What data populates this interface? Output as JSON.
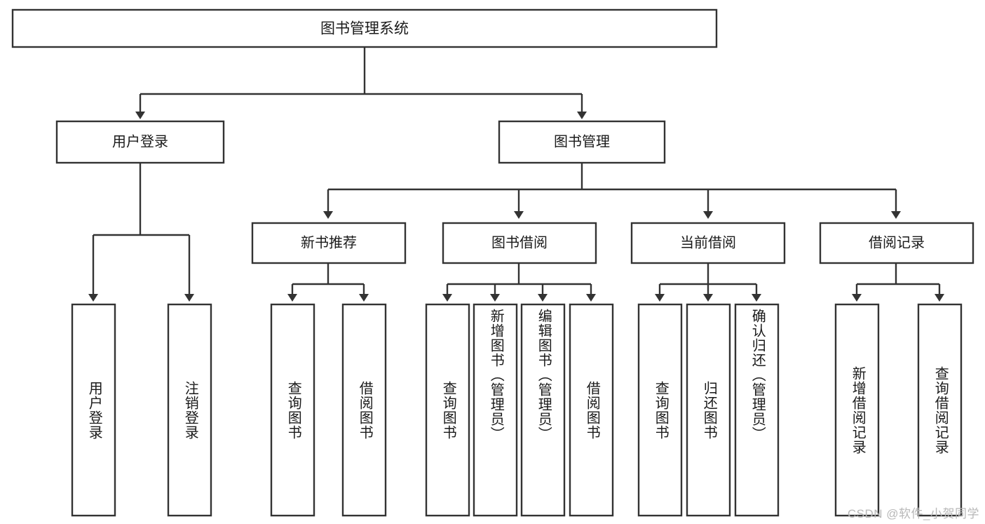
{
  "diagram": {
    "title": "图书管理系统",
    "type": "hierarchy-tree",
    "watermark": "CSDN @软件_小贺同学",
    "colors": {
      "box_stroke": "#333333",
      "box_fill": "#ffffff",
      "text": "#1a1a1a",
      "background": "#ffffff",
      "watermark": "#b8b8b8"
    },
    "root": {
      "label": "图书管理系统"
    },
    "level2": [
      {
        "label": "用户登录"
      },
      {
        "label": "图书管理"
      }
    ],
    "level3": [
      {
        "label": "新书推荐"
      },
      {
        "label": "图书借阅"
      },
      {
        "label": "当前借阅"
      },
      {
        "label": "借阅记录"
      }
    ],
    "leaves": {
      "user_login": [
        {
          "label": "用户登录"
        },
        {
          "label": "注销登录"
        }
      ],
      "new_book_recommend": [
        {
          "label": "查询图书"
        },
        {
          "label": "借阅图书"
        }
      ],
      "book_borrow": [
        {
          "label": "查询图书"
        },
        {
          "label": "新增图书（管理员）"
        },
        {
          "label": "编辑图书（管理员）"
        },
        {
          "label": "借阅图书"
        }
      ],
      "current_borrow": [
        {
          "label": "查询图书"
        },
        {
          "label": "归还图书"
        },
        {
          "label": "确认归还（管理员）"
        }
      ],
      "borrow_record": [
        {
          "label": "新增借阅记录"
        },
        {
          "label": "查询借阅记录"
        }
      ]
    }
  }
}
